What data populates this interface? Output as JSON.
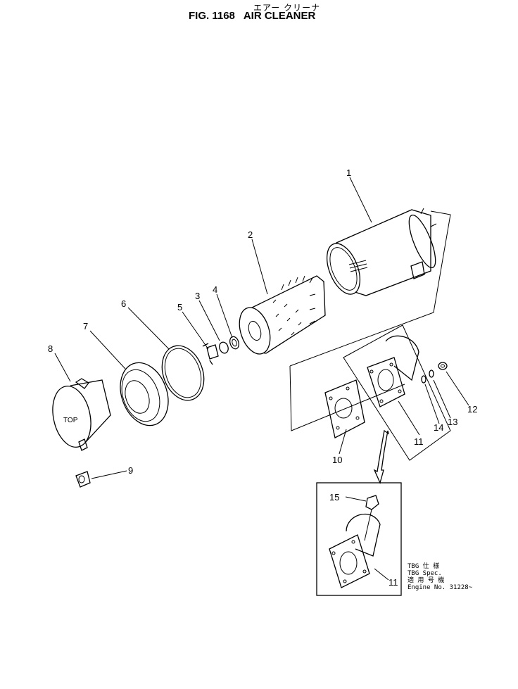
{
  "header": {
    "title_jp": "エアー クリーナ",
    "fig_label": "FIG. 1168",
    "title": "AIR CLEANER"
  },
  "callouts": [
    "1",
    "2",
    "3",
    "4",
    "5",
    "6",
    "7",
    "8",
    "9",
    "10",
    "11",
    "12",
    "13",
    "14",
    "15",
    "11"
  ],
  "part_text": {
    "top_mark": "TOP"
  },
  "note": {
    "line1": "TBG 仕 様",
    "line2": "TBG Spec.",
    "line3": "適 用 号 機",
    "line4": "Engine No. 31228~"
  }
}
